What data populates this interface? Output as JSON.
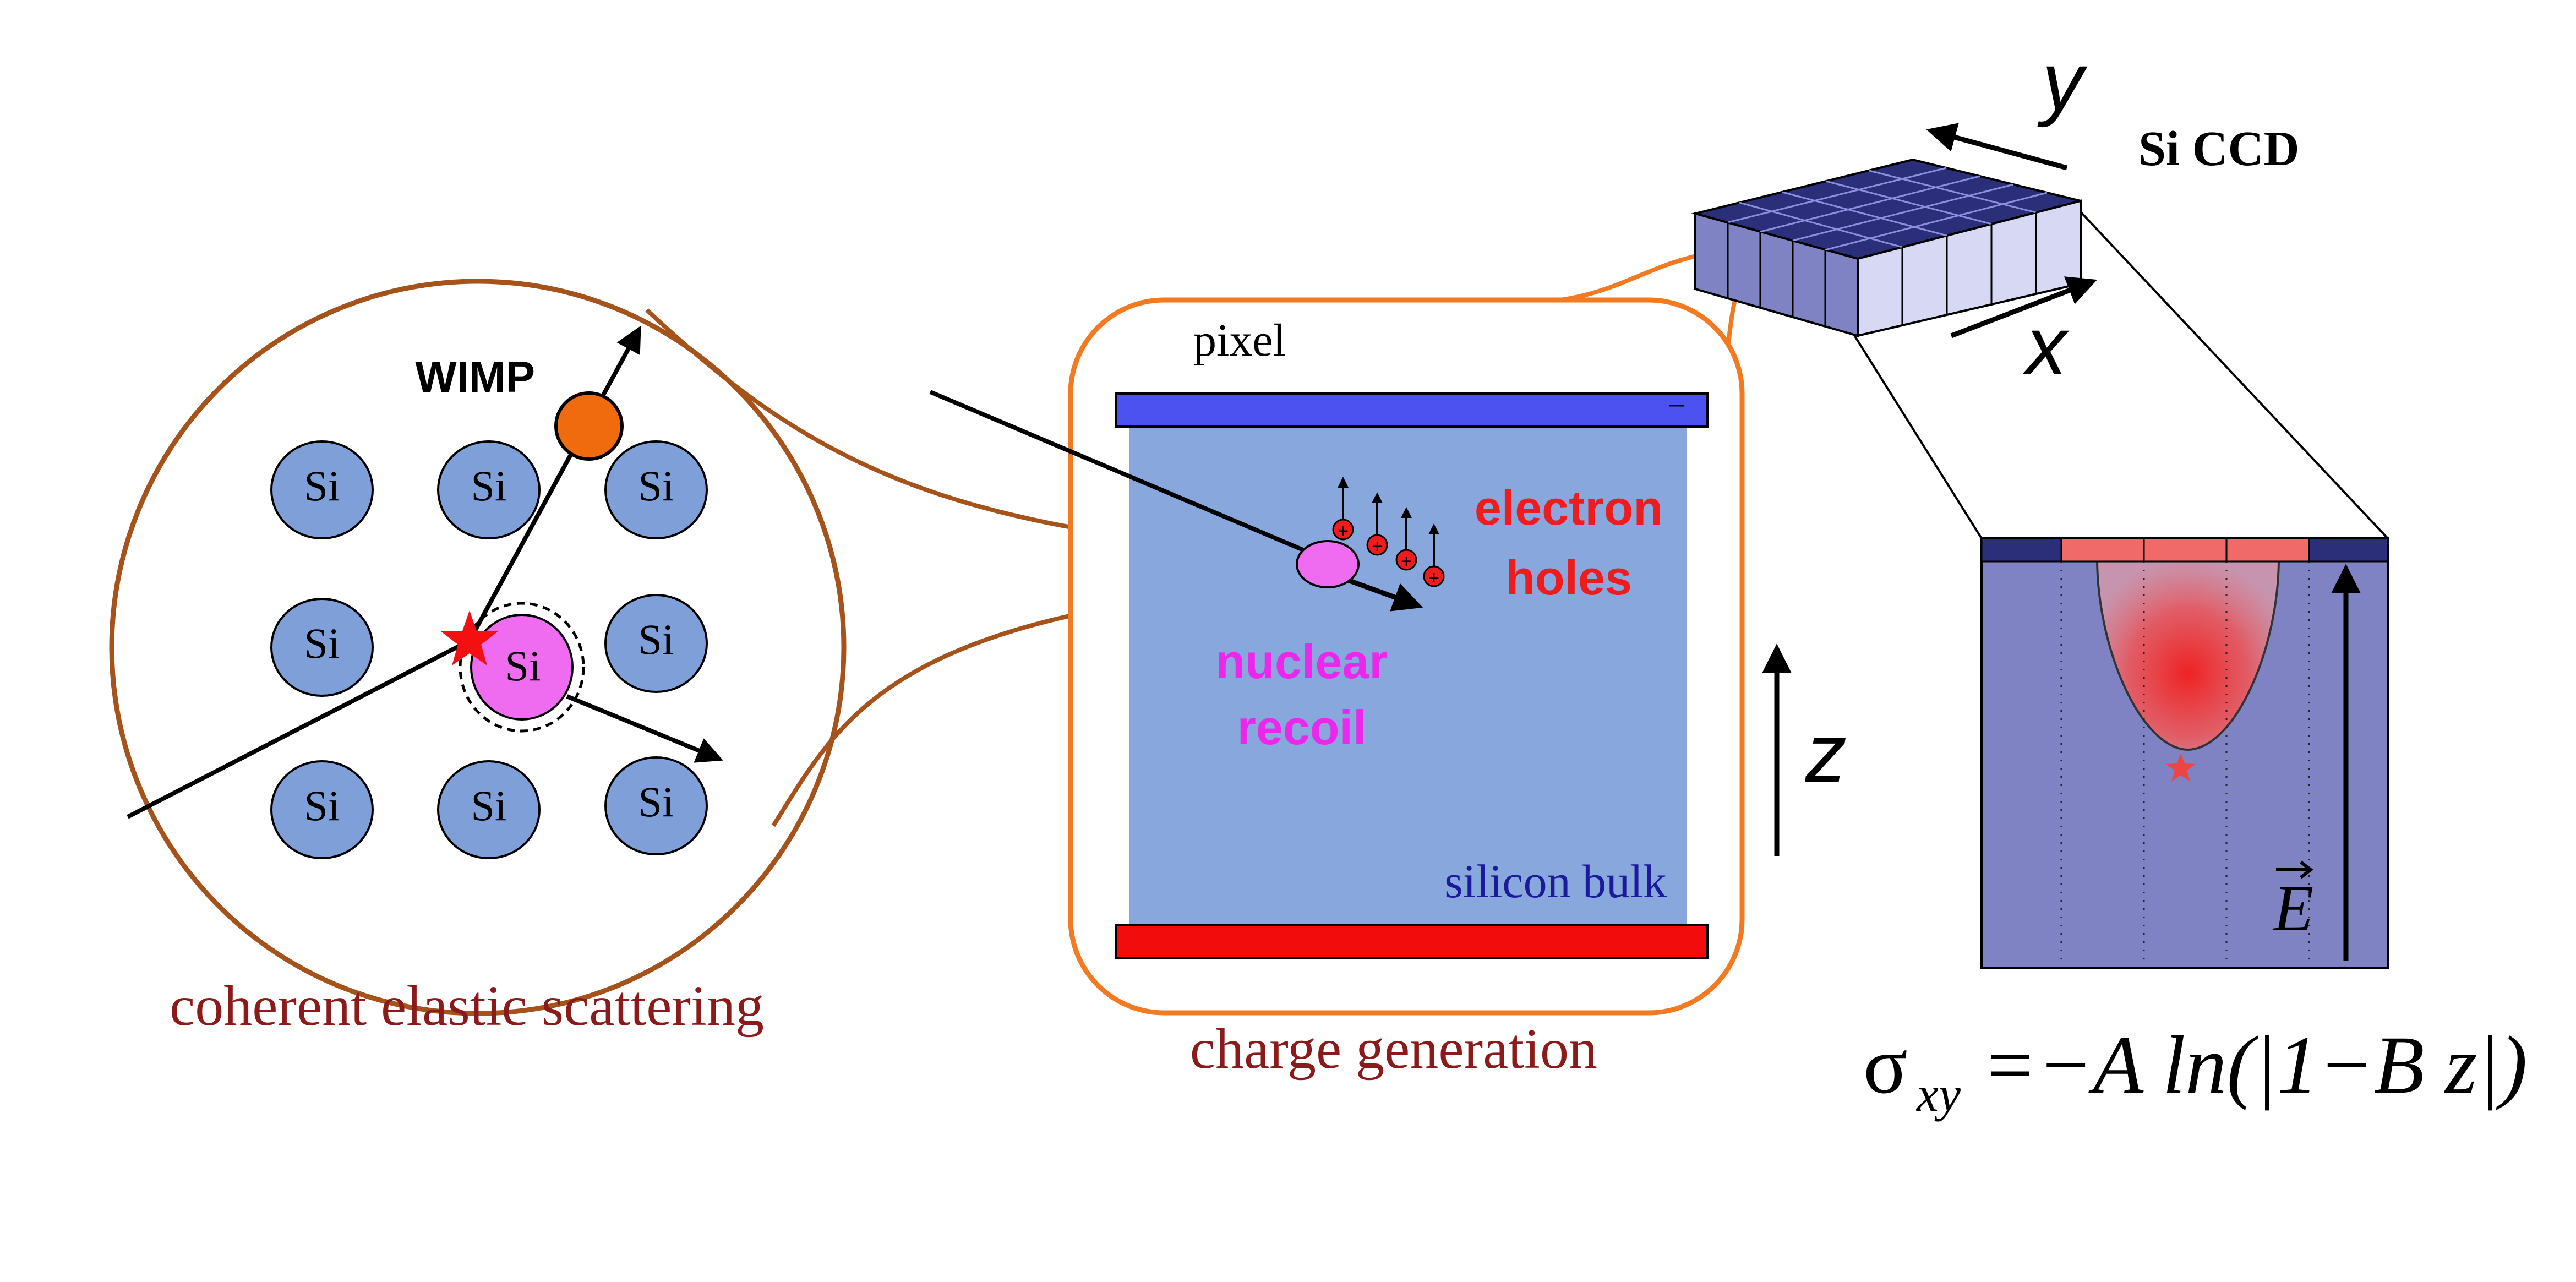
{
  "captions": {
    "scattering": "coherent elastic scattering",
    "generation": "charge generation"
  },
  "scatter_panel": {
    "wimp_label": "WIMP",
    "atom_label": "Si",
    "recoil_atom_label": "Si"
  },
  "charge_panel": {
    "pixel_label": "pixel",
    "minus_sign": "−",
    "electron_holes": [
      "electron",
      "holes"
    ],
    "nuclear_recoil": [
      "nuclear",
      "recoil"
    ],
    "bulk_label": "silicon bulk",
    "z_axis": "z",
    "hole_symbol": "+"
  },
  "ccd_panel": {
    "title": "Si CCD",
    "x_axis": "x",
    "y_axis": "y",
    "field_label": "E",
    "formula": {
      "sigma": "σ",
      "subscript": "xy",
      "rhs": "=−A ln(|1−B z|)"
    }
  },
  "colors": {
    "atom_fill": "#7f9fd9",
    "recoil_fill": "#ef6bef",
    "wimp_fill": "#f06a0e",
    "circle_stroke": "#a5521b",
    "panel_stroke": "#f47a22",
    "bulk_fill": "#88a8dd",
    "top_plate": "#4b52f0",
    "bottom_plate": "#f20c0c",
    "hole_red": "#ee1c1c",
    "magenta_text": "#ea27ea",
    "caption_red": "#8b1a1a",
    "bulk_text": "#1a1a9a",
    "ccd_side": "#d6d8f4",
    "ccd_top": "#2b2e79",
    "cross_section": "#7f83c4"
  }
}
